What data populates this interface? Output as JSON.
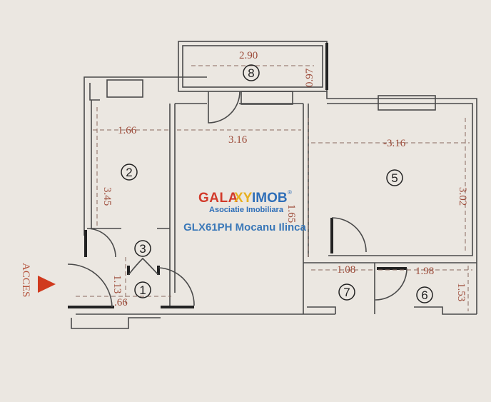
{
  "dimensions": {
    "balcony_width": "2.90",
    "balcony_depth": "0.97",
    "room2_width": "1.66",
    "main_width": "3.16",
    "room5_width": "-3.16",
    "room2_length": "3.45",
    "room5_length": "3.02",
    "main_length": "1.65",
    "hall_length": "1.13",
    "hall_width": ".66",
    "room7_width": "1.08",
    "room6_width": "1.98",
    "room6_length": "1.53"
  },
  "rooms": [
    "1",
    "2",
    "3",
    "5",
    "6",
    "7",
    "8"
  ],
  "access_label": "ACCES",
  "watermark": {
    "brand": "GALAXYIMOB",
    "registered": "®",
    "subtitle": "Asociatie Imobiliara",
    "agent": "GLX61PH Mocanu Ilinca"
  },
  "colors": {
    "dimension": "#9c4a38",
    "accent": "#d03a1e",
    "agent_text": "#3a78b8"
  }
}
